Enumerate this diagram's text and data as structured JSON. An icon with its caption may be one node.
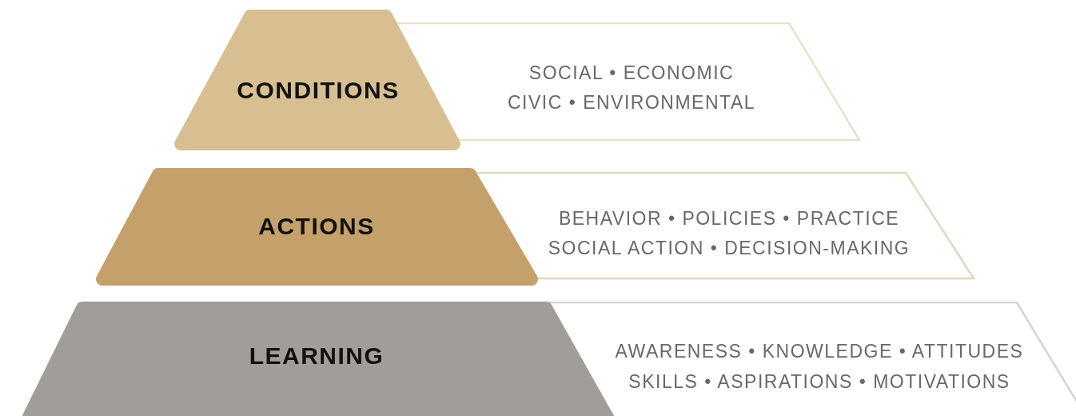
{
  "diagram": {
    "nodes": [
      {
        "text": [
          "CONDITIONS"
        ]
      },
      {
        "text": [
          "SOCIAL • ECONOMIC",
          "CIVIC • ENVIRONMENTAL"
        ]
      },
      {
        "text": [
          "ACTIONS"
        ]
      },
      {
        "text": [
          "BEHAVIOR • POLICIES • PRACTICE",
          "SOCIAL ACTION • DECISION-MAKING"
        ]
      },
      {
        "text": [
          "LEARNING"
        ]
      },
      {
        "text": [
          "AWARENESS • KNOWLEDGE • ATTITUDES",
          "SKILLS • ASPIRATIONS • MOTIVATIONS"
        ]
      }
    ]
  }
}
